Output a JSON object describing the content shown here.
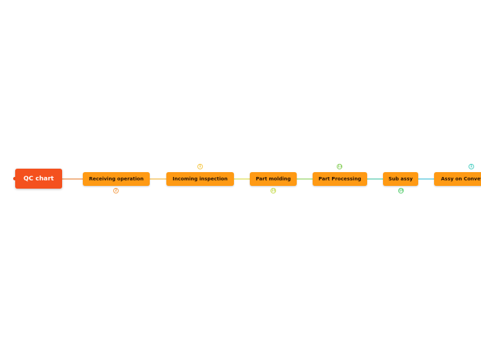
{
  "diagram": {
    "root": {
      "label": "QC chart",
      "color": "#f4511e"
    },
    "branch_color": "#ff9a14",
    "nodes": [
      {
        "label": "Receiving operation",
        "marker": "2",
        "marker_color": "#f4a253"
      },
      {
        "label": "Incoming inspection",
        "marker": "1",
        "marker_color": "#f5c84b"
      },
      {
        "label": "Part molding",
        "marker": "10",
        "marker_color": "#c8dc55"
      },
      {
        "label": "Part Processing",
        "marker": "11",
        "marker_color": "#8ed163"
      },
      {
        "label": "Sub assy",
        "marker": "16",
        "marker_color": "#5fcf76"
      },
      {
        "label": "Assy on Conveyor",
        "marker": "1",
        "marker_color": "#4fd0c4"
      }
    ]
  }
}
